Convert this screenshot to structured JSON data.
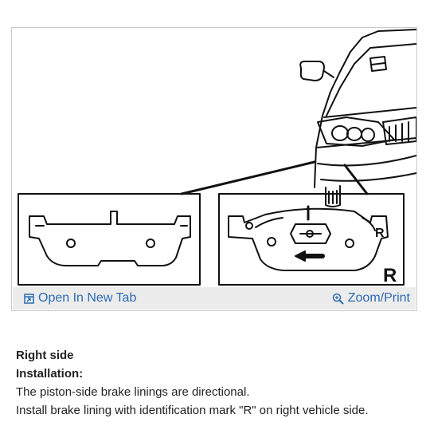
{
  "figure": {
    "pad_mark_letter": "R",
    "box_letter": "R",
    "toolbar": {
      "open_tab_label": "Open In New Tab",
      "zoom_label": "Zoom/Print",
      "link_color": "#2b6bb3",
      "toolbar_bg": "#ececec"
    }
  },
  "content": {
    "heading": "Right side",
    "subheading": "Installation:",
    "lines": [
      "The piston-side brake linings are directional.",
      "Install brake lining with identification mark \"R\" on right vehicle side."
    ]
  },
  "icons": {
    "open_tab": "open-new-tab-icon",
    "zoom": "magnifier-plus-icon"
  }
}
